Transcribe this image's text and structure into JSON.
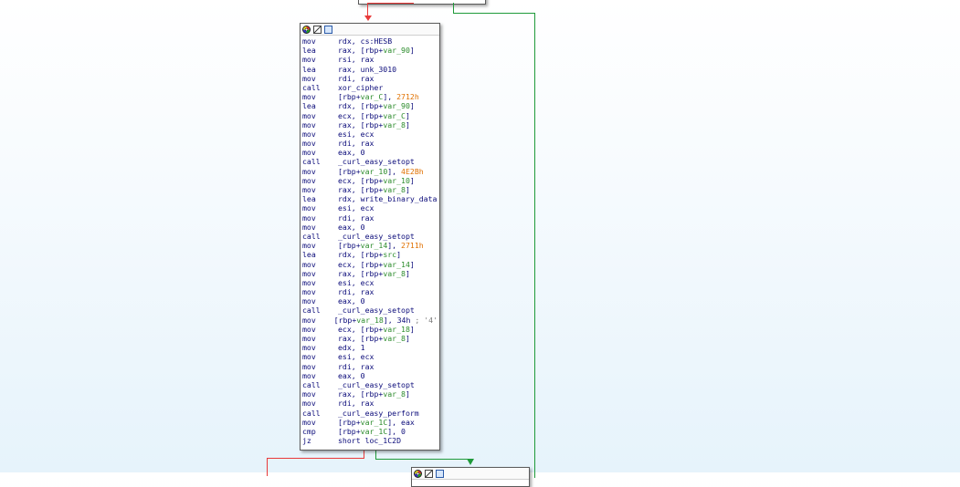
{
  "node_main": {
    "lines": [
      {
        "mnemonic": "mov",
        "operands": [
          [
            "reg",
            "rdx"
          ],
          [
            "p",
            ", "
          ],
          [
            "sym",
            "cs:HESB"
          ]
        ]
      },
      {
        "mnemonic": "lea",
        "operands": [
          [
            "reg",
            "rax"
          ],
          [
            "p",
            ", ["
          ],
          [
            "reg",
            "rbp"
          ],
          [
            "p",
            "+"
          ],
          [
            "var",
            "var_90"
          ],
          [
            "p",
            "]"
          ]
        ]
      },
      {
        "mnemonic": "mov",
        "operands": [
          [
            "reg",
            "rsi"
          ],
          [
            "p",
            ", "
          ],
          [
            "reg",
            "rax"
          ]
        ]
      },
      {
        "mnemonic": "lea",
        "operands": [
          [
            "reg",
            "rax"
          ],
          [
            "p",
            ", "
          ],
          [
            "sym",
            "unk_3010"
          ]
        ]
      },
      {
        "mnemonic": "mov",
        "operands": [
          [
            "reg",
            "rdi"
          ],
          [
            "p",
            ", "
          ],
          [
            "reg",
            "rax"
          ]
        ]
      },
      {
        "mnemonic": "call",
        "operands": [
          [
            "sym",
            "xor_cipher"
          ]
        ]
      },
      {
        "mnemonic": "mov",
        "operands": [
          [
            "p",
            "["
          ],
          [
            "reg",
            "rbp"
          ],
          [
            "p",
            "+"
          ],
          [
            "var",
            "var_C"
          ],
          [
            "p",
            "], "
          ],
          [
            "num",
            "2712h"
          ]
        ]
      },
      {
        "mnemonic": "lea",
        "operands": [
          [
            "reg",
            "rdx"
          ],
          [
            "p",
            ", ["
          ],
          [
            "reg",
            "rbp"
          ],
          [
            "p",
            "+"
          ],
          [
            "var",
            "var_90"
          ],
          [
            "p",
            "]"
          ]
        ]
      },
      {
        "mnemonic": "mov",
        "operands": [
          [
            "reg",
            "ecx"
          ],
          [
            "p",
            ", ["
          ],
          [
            "reg",
            "rbp"
          ],
          [
            "p",
            "+"
          ],
          [
            "var",
            "var_C"
          ],
          [
            "p",
            "]"
          ]
        ]
      },
      {
        "mnemonic": "mov",
        "operands": [
          [
            "reg",
            "rax"
          ],
          [
            "p",
            ", ["
          ],
          [
            "reg",
            "rbp"
          ],
          [
            "p",
            "+"
          ],
          [
            "var",
            "var_8"
          ],
          [
            "p",
            "]"
          ]
        ]
      },
      {
        "mnemonic": "mov",
        "operands": [
          [
            "reg",
            "esi"
          ],
          [
            "p",
            ", "
          ],
          [
            "reg",
            "ecx"
          ]
        ]
      },
      {
        "mnemonic": "mov",
        "operands": [
          [
            "reg",
            "rdi"
          ],
          [
            "p",
            ", "
          ],
          [
            "reg",
            "rax"
          ]
        ]
      },
      {
        "mnemonic": "mov",
        "operands": [
          [
            "reg",
            "eax"
          ],
          [
            "p",
            ", "
          ],
          [
            "reg",
            "0"
          ]
        ]
      },
      {
        "mnemonic": "call",
        "operands": [
          [
            "sym",
            "_curl_easy_setopt"
          ]
        ]
      },
      {
        "mnemonic": "mov",
        "operands": [
          [
            "p",
            "["
          ],
          [
            "reg",
            "rbp"
          ],
          [
            "p",
            "+"
          ],
          [
            "var",
            "var_10"
          ],
          [
            "p",
            "], "
          ],
          [
            "num",
            "4E2Bh"
          ]
        ]
      },
      {
        "mnemonic": "mov",
        "operands": [
          [
            "reg",
            "ecx"
          ],
          [
            "p",
            ", ["
          ],
          [
            "reg",
            "rbp"
          ],
          [
            "p",
            "+"
          ],
          [
            "var",
            "var_10"
          ],
          [
            "p",
            "]"
          ]
        ]
      },
      {
        "mnemonic": "mov",
        "operands": [
          [
            "reg",
            "rax"
          ],
          [
            "p",
            ", ["
          ],
          [
            "reg",
            "rbp"
          ],
          [
            "p",
            "+"
          ],
          [
            "var",
            "var_8"
          ],
          [
            "p",
            "]"
          ]
        ]
      },
      {
        "mnemonic": "lea",
        "operands": [
          [
            "reg",
            "rdx"
          ],
          [
            "p",
            ", "
          ],
          [
            "sym",
            "write_binary_data"
          ]
        ]
      },
      {
        "mnemonic": "mov",
        "operands": [
          [
            "reg",
            "esi"
          ],
          [
            "p",
            ", "
          ],
          [
            "reg",
            "ecx"
          ]
        ]
      },
      {
        "mnemonic": "mov",
        "operands": [
          [
            "reg",
            "rdi"
          ],
          [
            "p",
            ", "
          ],
          [
            "reg",
            "rax"
          ]
        ]
      },
      {
        "mnemonic": "mov",
        "operands": [
          [
            "reg",
            "eax"
          ],
          [
            "p",
            ", "
          ],
          [
            "reg",
            "0"
          ]
        ]
      },
      {
        "mnemonic": "call",
        "operands": [
          [
            "sym",
            "_curl_easy_setopt"
          ]
        ]
      },
      {
        "mnemonic": "mov",
        "operands": [
          [
            "p",
            "["
          ],
          [
            "reg",
            "rbp"
          ],
          [
            "p",
            "+"
          ],
          [
            "var",
            "var_14"
          ],
          [
            "p",
            "], "
          ],
          [
            "num",
            "2711h"
          ]
        ]
      },
      {
        "mnemonic": "lea",
        "operands": [
          [
            "reg",
            "rdx"
          ],
          [
            "p",
            ", ["
          ],
          [
            "reg",
            "rbp"
          ],
          [
            "p",
            "+"
          ],
          [
            "var",
            "src"
          ],
          [
            "p",
            "]"
          ]
        ]
      },
      {
        "mnemonic": "mov",
        "operands": [
          [
            "reg",
            "ecx"
          ],
          [
            "p",
            ", ["
          ],
          [
            "reg",
            "rbp"
          ],
          [
            "p",
            "+"
          ],
          [
            "var",
            "var_14"
          ],
          [
            "p",
            "]"
          ]
        ]
      },
      {
        "mnemonic": "mov",
        "operands": [
          [
            "reg",
            "rax"
          ],
          [
            "p",
            ", ["
          ],
          [
            "reg",
            "rbp"
          ],
          [
            "p",
            "+"
          ],
          [
            "var",
            "var_8"
          ],
          [
            "p",
            "]"
          ]
        ]
      },
      {
        "mnemonic": "mov",
        "operands": [
          [
            "reg",
            "esi"
          ],
          [
            "p",
            ", "
          ],
          [
            "reg",
            "ecx"
          ]
        ]
      },
      {
        "mnemonic": "mov",
        "operands": [
          [
            "reg",
            "rdi"
          ],
          [
            "p",
            ", "
          ],
          [
            "reg",
            "rax"
          ]
        ]
      },
      {
        "mnemonic": "mov",
        "operands": [
          [
            "reg",
            "eax"
          ],
          [
            "p",
            ", "
          ],
          [
            "reg",
            "0"
          ]
        ]
      },
      {
        "mnemonic": "call",
        "operands": [
          [
            "sym",
            "_curl_easy_setopt"
          ]
        ]
      },
      {
        "mnemonic": "mov",
        "operands": [
          [
            "p",
            "["
          ],
          [
            "reg",
            "rbp"
          ],
          [
            "p",
            "+"
          ],
          [
            "var",
            "var_18"
          ],
          [
            "p",
            "], "
          ],
          [
            "reg",
            "34h"
          ],
          [
            "cmt",
            " ; '4'"
          ]
        ]
      },
      {
        "mnemonic": "mov",
        "operands": [
          [
            "reg",
            "ecx"
          ],
          [
            "p",
            ", ["
          ],
          [
            "reg",
            "rbp"
          ],
          [
            "p",
            "+"
          ],
          [
            "var",
            "var_18"
          ],
          [
            "p",
            "]"
          ]
        ]
      },
      {
        "mnemonic": "mov",
        "operands": [
          [
            "reg",
            "rax"
          ],
          [
            "p",
            ", ["
          ],
          [
            "reg",
            "rbp"
          ],
          [
            "p",
            "+"
          ],
          [
            "var",
            "var_8"
          ],
          [
            "p",
            "]"
          ]
        ]
      },
      {
        "mnemonic": "mov",
        "operands": [
          [
            "reg",
            "edx"
          ],
          [
            "p",
            ", "
          ],
          [
            "reg",
            "1"
          ]
        ]
      },
      {
        "mnemonic": "mov",
        "operands": [
          [
            "reg",
            "esi"
          ],
          [
            "p",
            ", "
          ],
          [
            "reg",
            "ecx"
          ]
        ]
      },
      {
        "mnemonic": "mov",
        "operands": [
          [
            "reg",
            "rdi"
          ],
          [
            "p",
            ", "
          ],
          [
            "reg",
            "rax"
          ]
        ]
      },
      {
        "mnemonic": "mov",
        "operands": [
          [
            "reg",
            "eax"
          ],
          [
            "p",
            ", "
          ],
          [
            "reg",
            "0"
          ]
        ]
      },
      {
        "mnemonic": "call",
        "operands": [
          [
            "sym",
            "_curl_easy_setopt"
          ]
        ]
      },
      {
        "mnemonic": "mov",
        "operands": [
          [
            "reg",
            "rax"
          ],
          [
            "p",
            ", ["
          ],
          [
            "reg",
            "rbp"
          ],
          [
            "p",
            "+"
          ],
          [
            "var",
            "var_8"
          ],
          [
            "p",
            "]"
          ]
        ]
      },
      {
        "mnemonic": "mov",
        "operands": [
          [
            "reg",
            "rdi"
          ],
          [
            "p",
            ", "
          ],
          [
            "reg",
            "rax"
          ]
        ]
      },
      {
        "mnemonic": "call",
        "operands": [
          [
            "sym",
            "_curl_easy_perform"
          ]
        ]
      },
      {
        "mnemonic": "mov",
        "operands": [
          [
            "p",
            "["
          ],
          [
            "reg",
            "rbp"
          ],
          [
            "p",
            "+"
          ],
          [
            "var",
            "var_1C"
          ],
          [
            "p",
            "], "
          ],
          [
            "reg",
            "eax"
          ]
        ]
      },
      {
        "mnemonic": "cmp",
        "operands": [
          [
            "p",
            "["
          ],
          [
            "reg",
            "rbp"
          ],
          [
            "p",
            "+"
          ],
          [
            "var",
            "var_1C"
          ],
          [
            "p",
            "], "
          ],
          [
            "reg",
            "0"
          ]
        ]
      },
      {
        "mnemonic": "jz",
        "operands": [
          [
            "sym",
            "short loc_1C2D"
          ]
        ]
      }
    ]
  },
  "header_icons": [
    "color-marker-icon",
    "edit-node-icon",
    "graph-overview-icon"
  ],
  "edge_colors": {
    "false_branch": "#e83a3a",
    "true_branch": "#1f9a3a"
  }
}
